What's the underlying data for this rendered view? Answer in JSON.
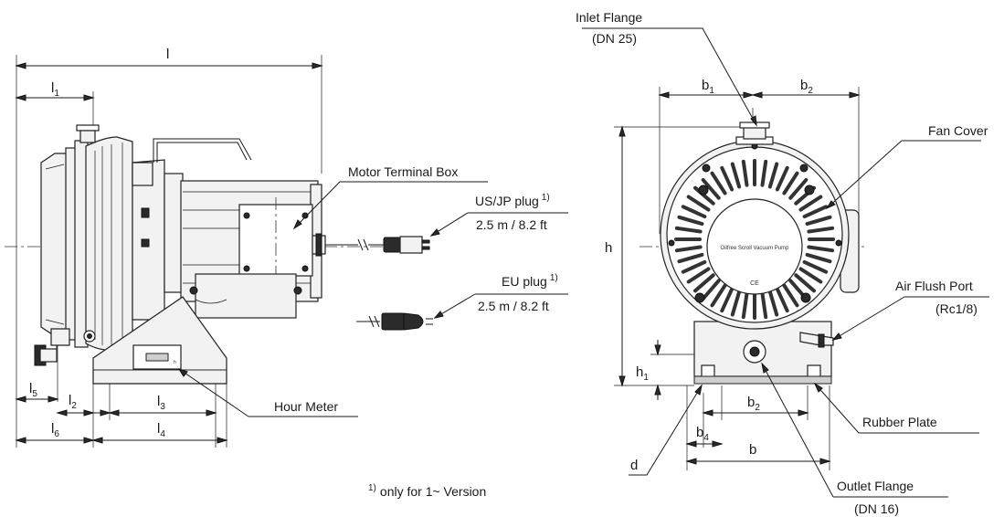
{
  "labels": {
    "inlet_flange": "Inlet Flange",
    "inlet_flange_size": "(DN 25)",
    "fan_cover": "Fan Cover",
    "motor_terminal_box": "Motor Terminal Box",
    "us_jp_plug": "US/JP plug",
    "us_jp_plug_note": "1)",
    "us_jp_cable": "2.5 m / 8.2 ft",
    "eu_plug": "EU plug",
    "eu_plug_note": "1)",
    "eu_cable": "2.5 m / 8.2 ft",
    "hour_meter": "Hour Meter",
    "air_flush_port": "Air Flush Port",
    "air_flush_port_size": "(Rc1/8)",
    "rubber_plate": "Rubber Plate",
    "outlet_flange": "Outlet Flange",
    "outlet_flange_size": "(DN 16)",
    "footnote_mark": "1)",
    "footnote_text": "only for 1~ Version",
    "pump_badge": "Oilfree Scroll Vacuum Pump",
    "ce_mark": "CE"
  },
  "dimensions": {
    "l": {
      "base": "l",
      "sub": ""
    },
    "l1": {
      "base": "l",
      "sub": "1"
    },
    "l2": {
      "base": "l",
      "sub": "2"
    },
    "l3": {
      "base": "l",
      "sub": "3"
    },
    "l4": {
      "base": "l",
      "sub": "4"
    },
    "l5": {
      "base": "l",
      "sub": "5"
    },
    "l6": {
      "base": "l",
      "sub": "6"
    },
    "b": {
      "base": "b",
      "sub": ""
    },
    "b1": {
      "base": "b",
      "sub": "1"
    },
    "b2_top": {
      "base": "b",
      "sub": "2"
    },
    "b2_bottom": {
      "base": "b",
      "sub": "2"
    },
    "b4": {
      "base": "b",
      "sub": "4"
    },
    "h": {
      "base": "h",
      "sub": ""
    },
    "h1": {
      "base": "h",
      "sub": "1"
    },
    "d": {
      "base": "d",
      "sub": ""
    }
  },
  "icons": {
    "side_view": "vacuum-pump-side-view",
    "front_view": "vacuum-pump-front-view",
    "us_plug": "us-plug-icon",
    "eu_plug": "eu-plug-icon",
    "hour_meter": "hour-meter-icon"
  }
}
